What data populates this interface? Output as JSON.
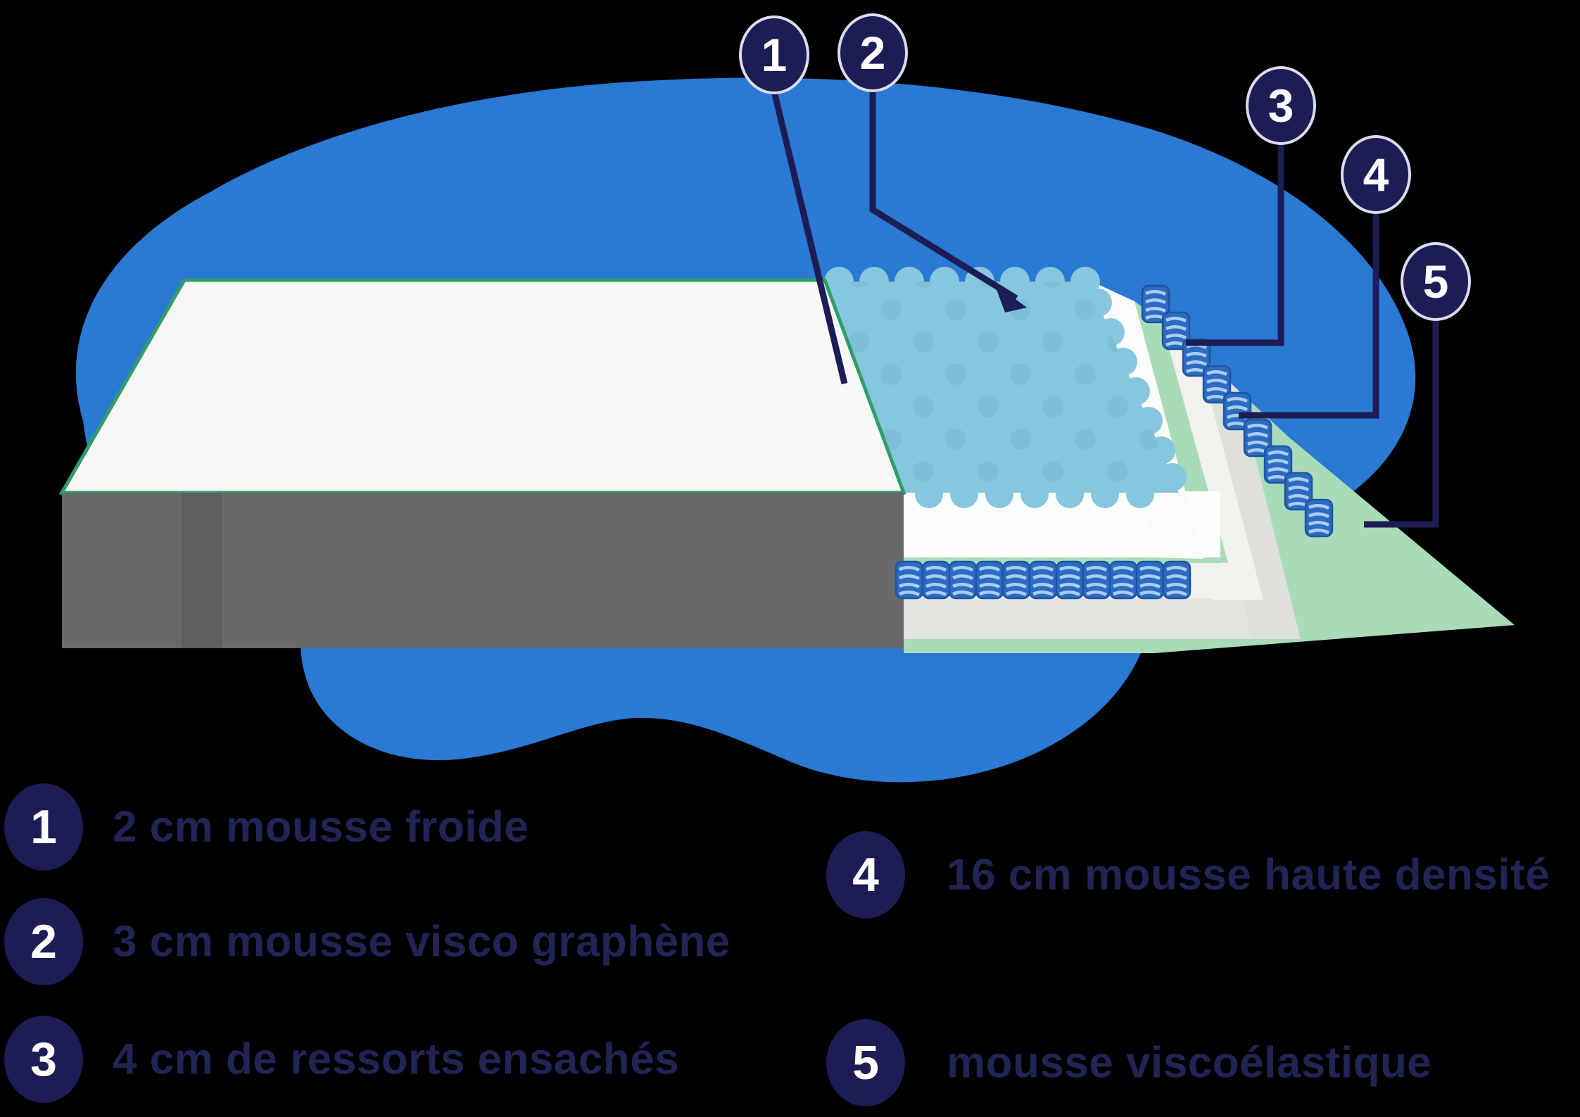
{
  "illustration": {
    "description": "mattress layers cutaway diagram",
    "callouts": [
      {
        "label": "1"
      },
      {
        "label": "2"
      },
      {
        "label": "3"
      },
      {
        "label": "4"
      },
      {
        "label": "5"
      }
    ]
  },
  "legend": {
    "left": [
      {
        "num": "1",
        "text": "2 cm mousse froide"
      },
      {
        "num": "2",
        "text": "3 cm mousse visco graphène"
      },
      {
        "num": "3",
        "text": "4 cm de ressorts ensachés"
      }
    ],
    "right": [
      {
        "num": "4",
        "text": "16 cm mousse haute densité"
      },
      {
        "num": "5",
        "text": "mousse viscoélastique"
      }
    ]
  },
  "colors": {
    "navy": "#1d1c54",
    "legend_text": "#212454",
    "blob_blue": "#2a79d2",
    "foam_blue": "#86c6de",
    "mint_green": "#a8dcb8",
    "cover_trim_green": "#2f9e6a",
    "cover_white": "#f7f8f6",
    "base_gray": "#696969",
    "spring_blue": "#2d6bc2"
  }
}
